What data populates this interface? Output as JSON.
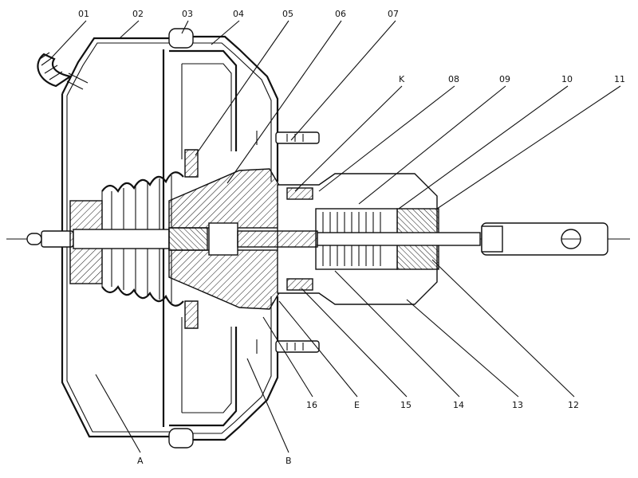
{
  "diagram": {
    "callouts": [
      {
        "id": "01",
        "text": "01"
      },
      {
        "id": "02",
        "text": "02"
      },
      {
        "id": "03",
        "text": "03"
      },
      {
        "id": "04",
        "text": "04"
      },
      {
        "id": "05",
        "text": "05"
      },
      {
        "id": "06",
        "text": "06"
      },
      {
        "id": "07",
        "text": "07"
      },
      {
        "id": "K",
        "text": "K"
      },
      {
        "id": "08",
        "text": "08"
      },
      {
        "id": "09",
        "text": "09"
      },
      {
        "id": "10",
        "text": "10"
      },
      {
        "id": "11",
        "text": "11"
      },
      {
        "id": "12",
        "text": "12"
      },
      {
        "id": "13",
        "text": "13"
      },
      {
        "id": "14",
        "text": "14"
      },
      {
        "id": "15",
        "text": "15"
      },
      {
        "id": "E",
        "text": "E"
      },
      {
        "id": "16",
        "text": "16"
      },
      {
        "id": "B",
        "text": "B"
      },
      {
        "id": "A",
        "text": "A"
      }
    ]
  }
}
